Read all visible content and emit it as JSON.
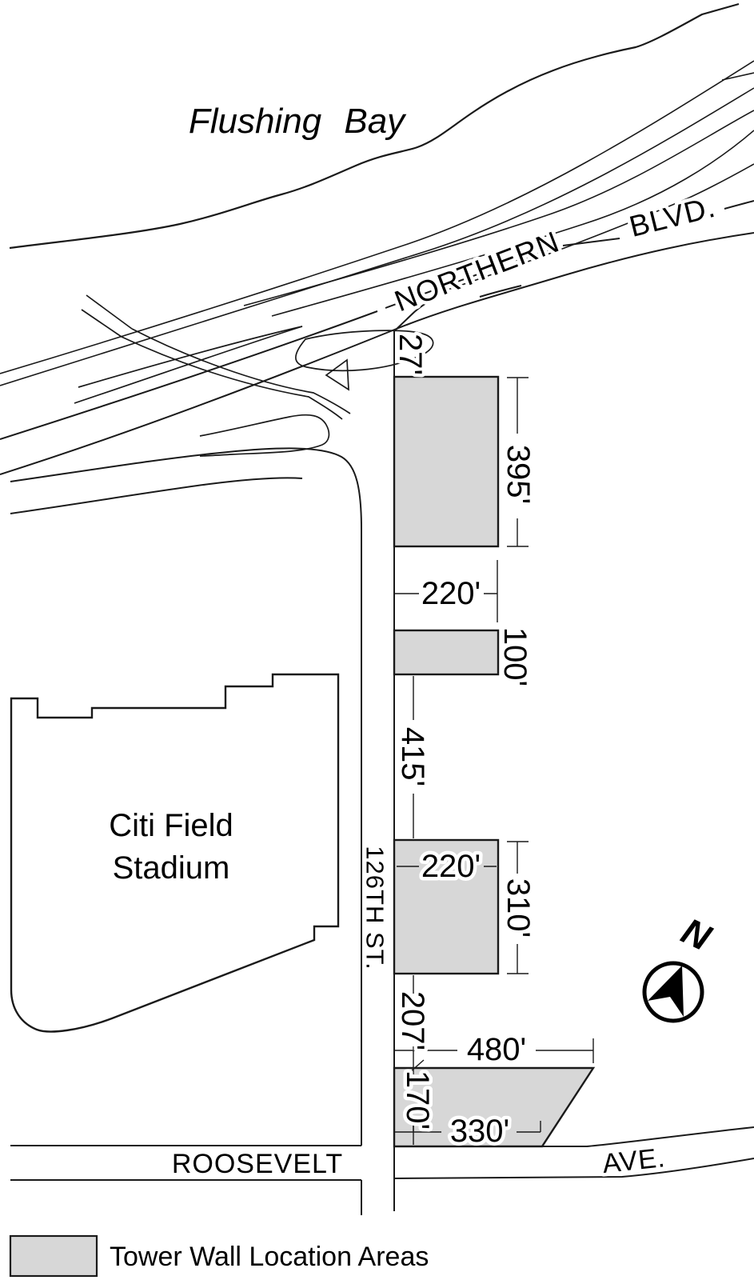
{
  "colors": {
    "ink": "#1a1a1a",
    "area_fill": "#d7d7d7",
    "background": "#ffffff"
  },
  "map": {
    "bay_label": "Flushing Bay",
    "streets": {
      "northern": "NORTHERN",
      "blvd": "BLVD.",
      "street126": "126TH ST.",
      "roosevelt": "ROOSEVELT",
      "ave": "AVE."
    },
    "stadium": {
      "line1": "Citi Field",
      "line2": "Stadium"
    },
    "compass": {
      "label": "N"
    },
    "dimensions": {
      "d27": "27'",
      "d395": "395'",
      "d220_top": "220'",
      "d100": "100'",
      "d415": "415'",
      "d220_mid": "220'",
      "d310": "310'",
      "d207": "207'",
      "d480": "480'",
      "d170": "170'",
      "d330": "330'"
    }
  },
  "legend": {
    "label": "Tower Wall Location Areas",
    "swatch_color": "#d7d7d7"
  }
}
